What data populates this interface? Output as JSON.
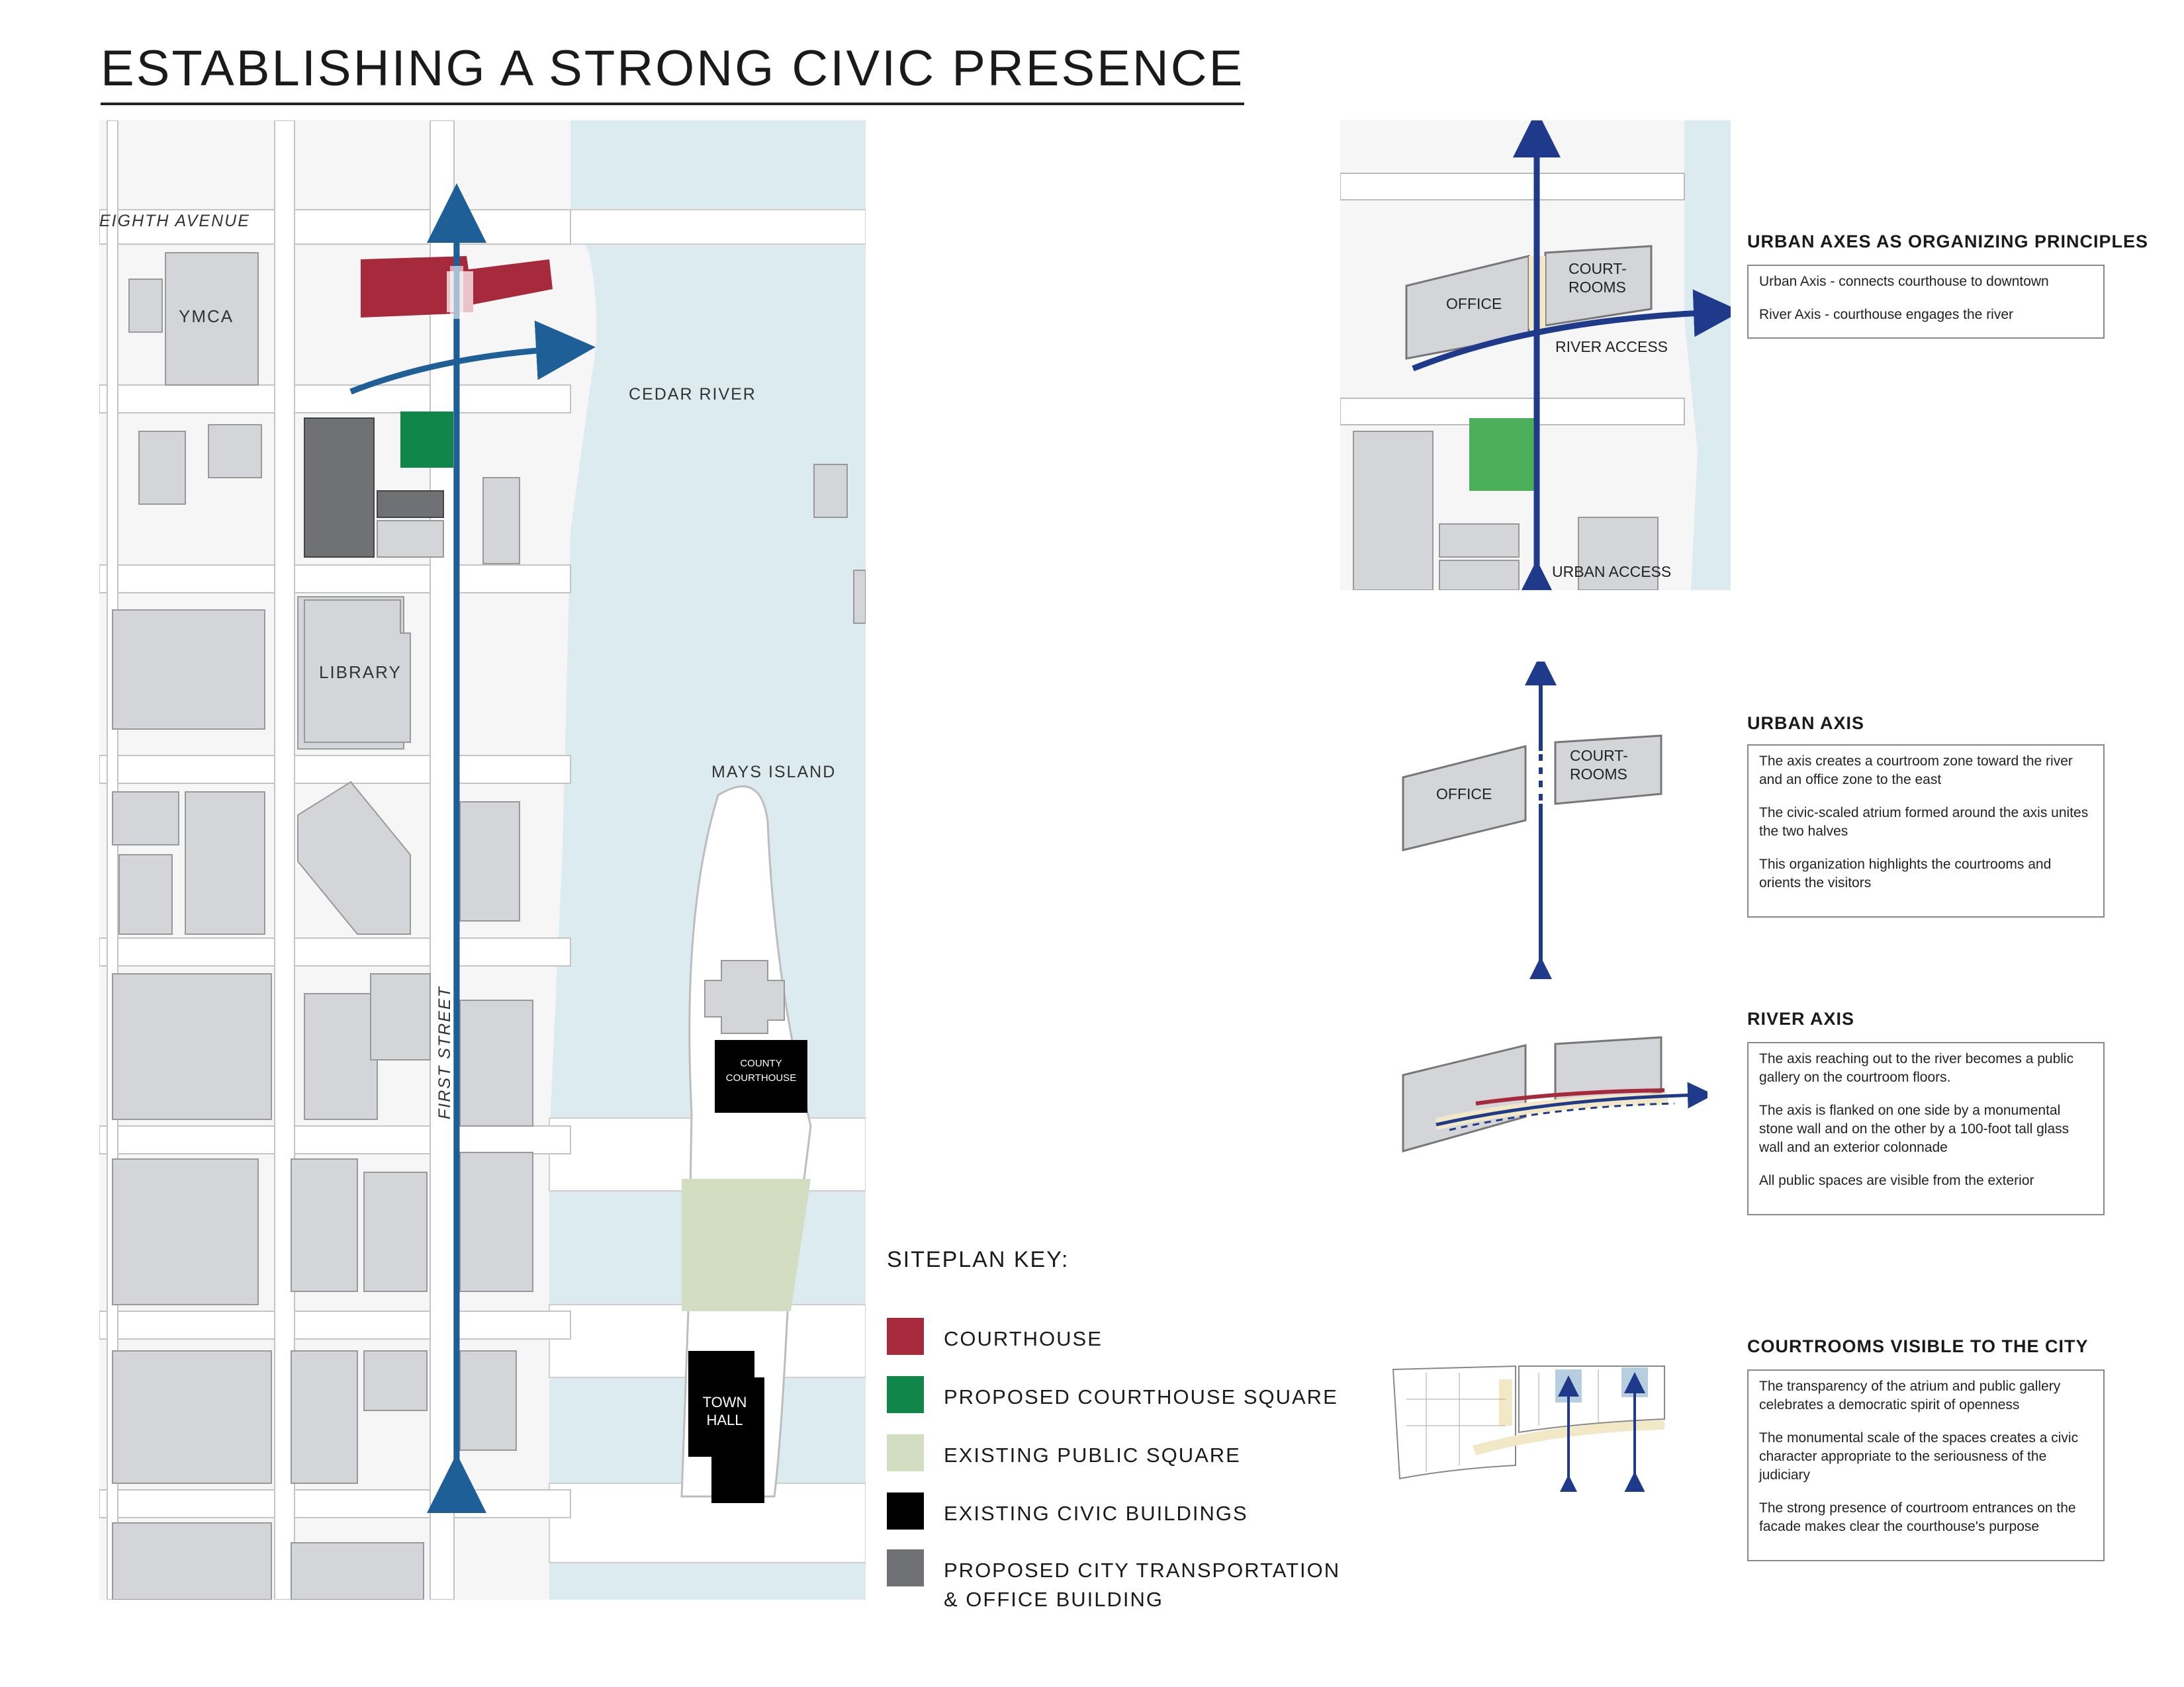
{
  "title": "ESTABLISHING A STRONG CIVIC PRESENCE",
  "colors": {
    "courthouse": "#a62a3c",
    "proposed_square": "#11864a",
    "existing_square": "#d3ddc1",
    "civic_buildings": "#000000",
    "transportation_office": "#707174",
    "axis_blue": "#1e5f98",
    "axis_navy": "#1f3a8a",
    "river": "#dcebf0",
    "block": "#d4d5d8"
  },
  "map": {
    "labels": {
      "eighth_avenue": "EIGHTH AVENUE",
      "ymca": "YMCA",
      "library": "LIBRARY",
      "cedar_river": "CEDAR RIVER",
      "mays_island": "MAYS ISLAND",
      "first_street": "FIRST STREET",
      "county_courthouse_1": "COUNTY",
      "county_courthouse_2": "COURTHOUSE",
      "town_hall_1": "TOWN",
      "town_hall_2": "HALL"
    }
  },
  "key": {
    "title": "SITEPLAN KEY:",
    "items": [
      {
        "label": "COURTHOUSE",
        "color": "#a62a3c"
      },
      {
        "label": "PROPOSED COURTHOUSE SQUARE",
        "color": "#11864a"
      },
      {
        "label": "EXISTING PUBLIC SQUARE",
        "color": "#d3ddc1"
      },
      {
        "label": "EXISTING CIVIC BUILDINGS",
        "color": "#000000"
      },
      {
        "label": "PROPOSED CITY TRANSPORTATION",
        "label2": "& OFFICE BUILDING",
        "color": "#707174"
      }
    ]
  },
  "sections": {
    "urban_axes": {
      "title": "URBAN AXES AS ORGANIZING PRINCIPLES",
      "notes": [
        "Urban Axis - connects courthouse to downtown",
        "River Axis - courthouse engages the river"
      ],
      "diagram": {
        "office": "OFFICE",
        "courtrooms_1": "COURT-",
        "courtrooms_2": "ROOMS",
        "river_access": "RIVER ACCESS",
        "urban_access": "URBAN ACCESS"
      }
    },
    "urban_axis": {
      "title": "URBAN AXIS",
      "notes": [
        "The axis creates a courtroom zone toward the river and an office zone to the east",
        "The civic-scaled atrium formed around the axis unites the two halves",
        "This organization highlights the courtrooms and orients the visitors"
      ],
      "diagram": {
        "office": "OFFICE",
        "courtrooms_1": "COURT-",
        "courtrooms_2": "ROOMS"
      }
    },
    "river_axis": {
      "title": "RIVER AXIS",
      "notes": [
        "The axis reaching out to the river becomes a public gallery on the courtroom floors.",
        "The axis is flanked on one side by a monumental stone wall and on the other by a 100-foot tall glass wall and an exterior colonnade",
        "All public spaces are visible from the exterior"
      ]
    },
    "courtrooms_visible": {
      "title": "COURTROOMS VISIBLE TO THE CITY",
      "notes": [
        "The transparency of the atrium and public gallery celebrates a democratic spirit of openness",
        "The monumental scale of the spaces creates a civic character appropriate to the seriousness of the judiciary",
        "The strong presence of courtroom entrances on the facade makes clear the courthouse's purpose"
      ]
    }
  }
}
